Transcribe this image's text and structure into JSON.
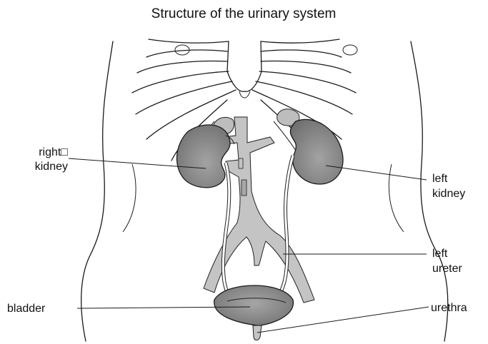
{
  "title": "Structure of the urinary system",
  "labels": {
    "right_kidney_line1": "right□",
    "right_kidney_line2": "kidney",
    "left_kidney_line1": "left",
    "left_kidney_line2": "kidney",
    "left_ureter_line1": "left",
    "left_ureter_line2": "ureter",
    "bladder": "bladder",
    "urethra": "urethra"
  },
  "colors": {
    "organ_fill": "#8a8a8a",
    "vessel_fill": "#c4c4c4",
    "adrenal_fill": "#bdbdbd",
    "line": "#1a1a1a"
  }
}
